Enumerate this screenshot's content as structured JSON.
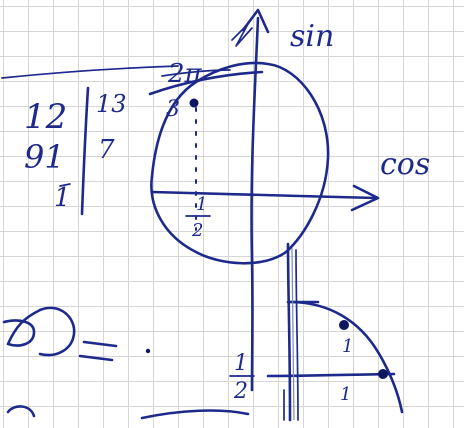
{
  "labels": {
    "sin": "sin",
    "cos": "cos",
    "two_pi": "2π",
    "num_12": "12",
    "num_13": "13",
    "num_91": "91",
    "num_7": "7",
    "num_1": "1",
    "num_3": "3",
    "half_num": "1",
    "half_den": "2",
    "lower_half_num": "1",
    "lower_half_den": "2",
    "small_1a": "1",
    "small_1b": "1",
    "phi_eq": "φ ="
  },
  "colors": {
    "ink": "#1d2a8c",
    "grid": "#d6d6d6",
    "paper": "#ffffff"
  }
}
